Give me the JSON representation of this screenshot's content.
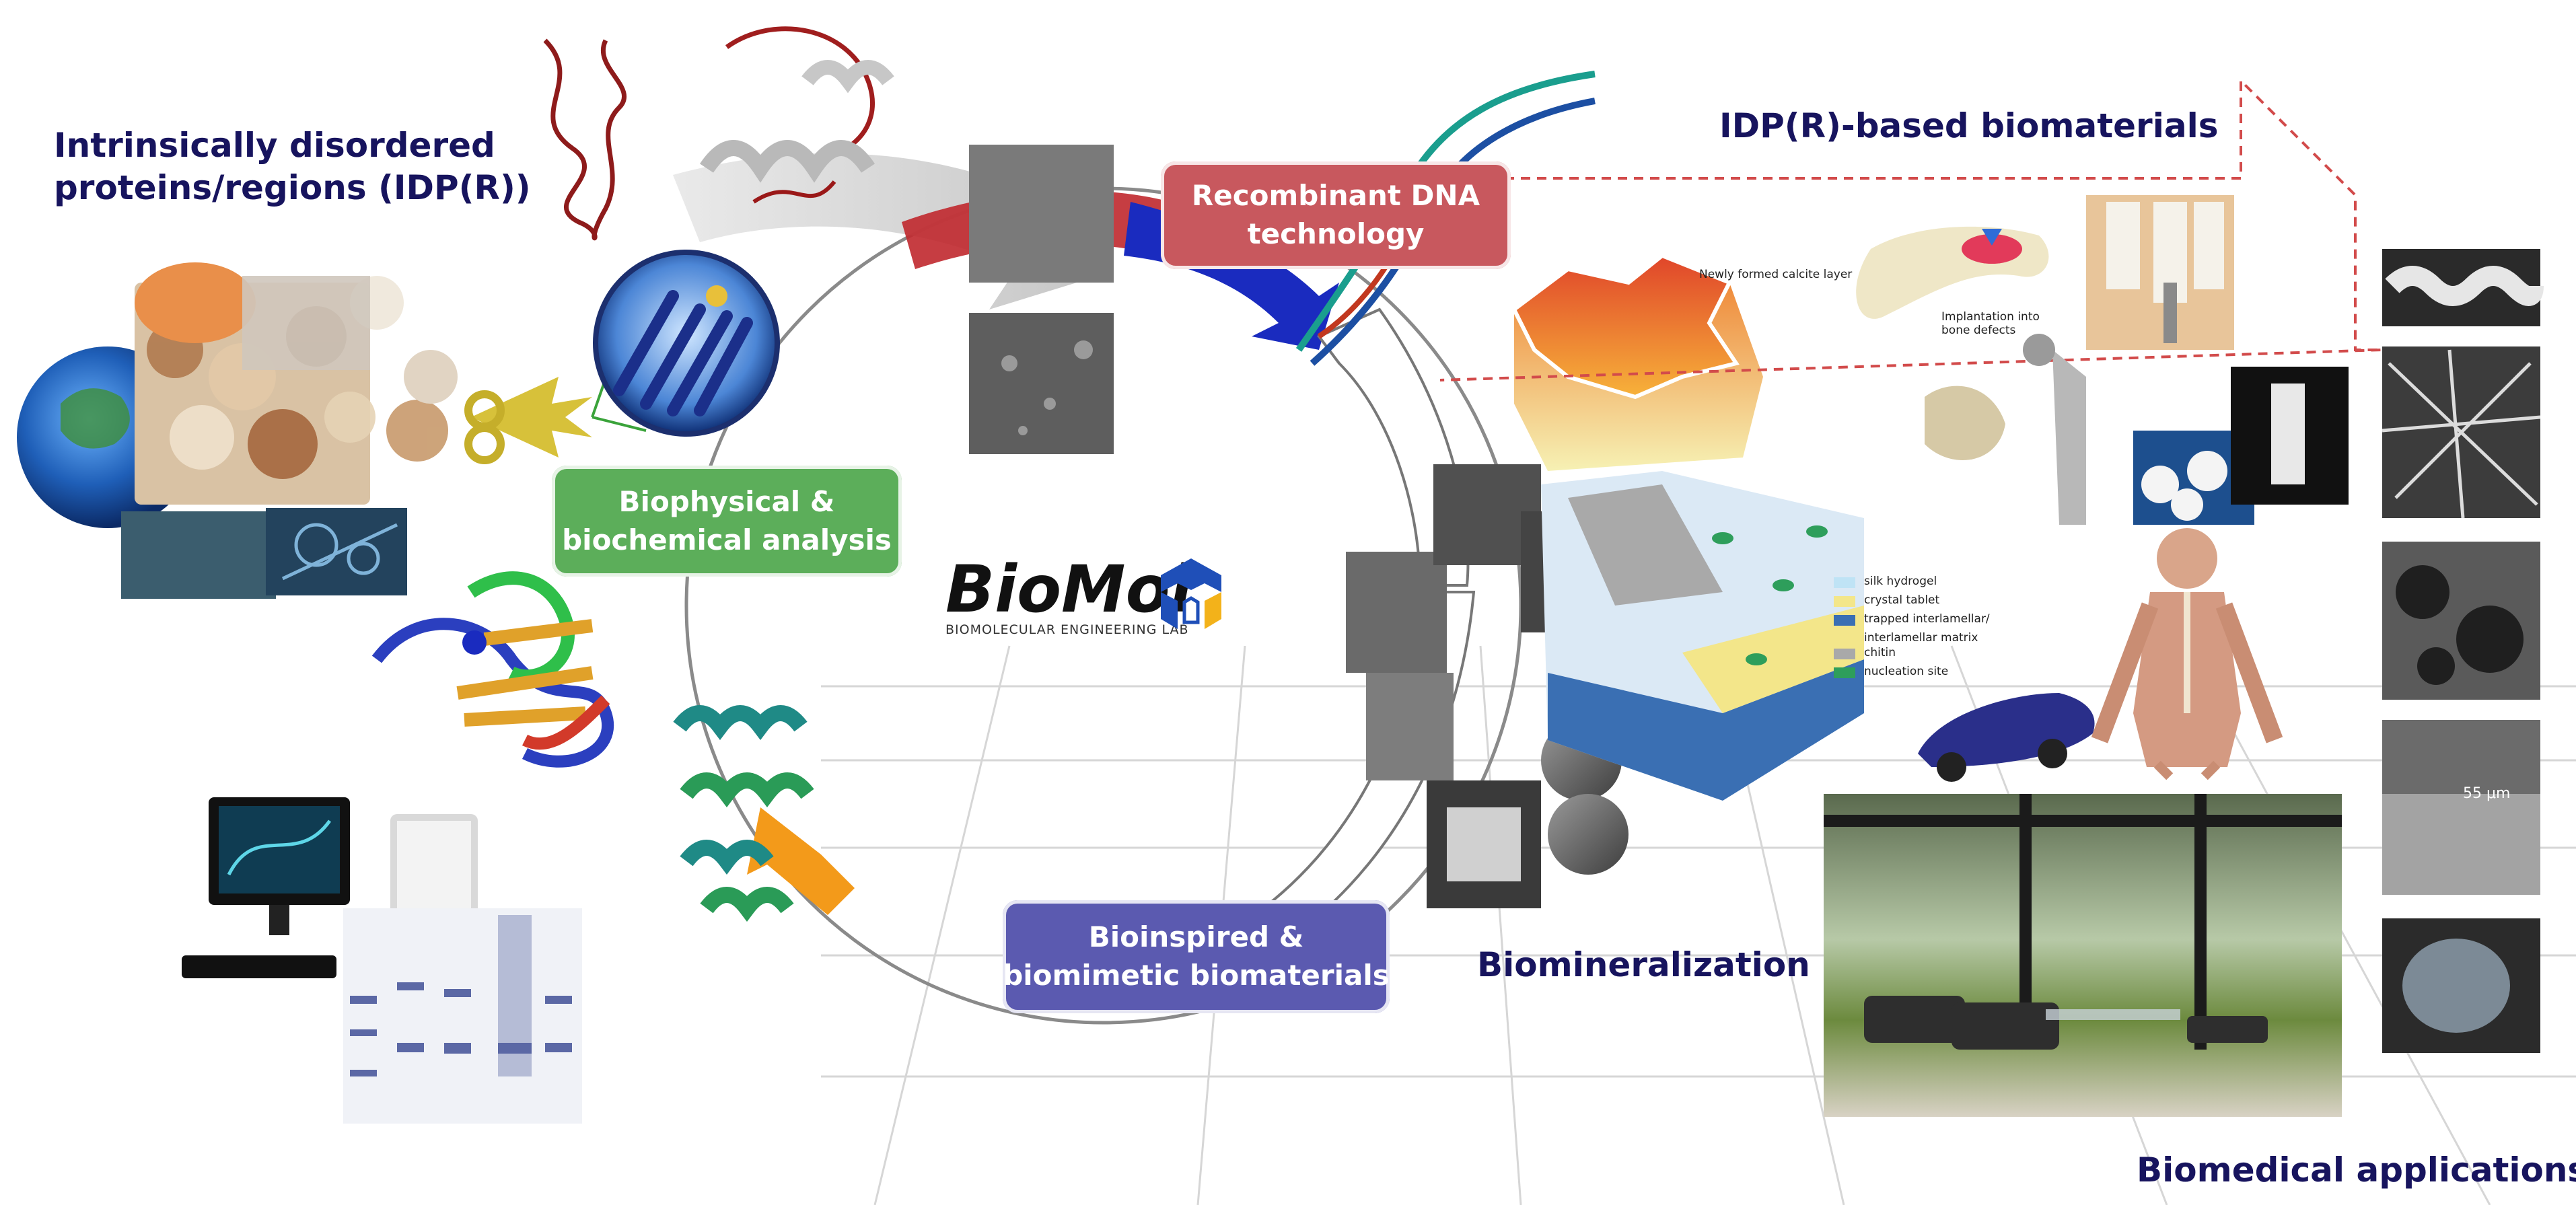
{
  "labels": {
    "idpr_title_line1": "Intrinsically disordered",
    "idpr_title_line2": "proteins/regions (IDP(R))",
    "biomaterials_title": "IDP(R)-based biomaterials",
    "biomineralization": "Biomineralization",
    "biomedical": "Biomedical applications"
  },
  "boxes": {
    "recombinant_line1": "Recombinant DNA",
    "recombinant_line2": "technology",
    "biophysical_line1": "Biophysical &",
    "biophysical_line2": "biochemical analysis",
    "bioinspired_line1": "Bioinspired &",
    "bioinspired_line2": "biomimetic biomaterials"
  },
  "logo": {
    "name": "BioMol",
    "subtitle": "BIOMOLECULAR ENGINEERING LAB"
  },
  "annotations": {
    "calcite": "Newly formed calcite layer",
    "implantation_line1": "Implantation into",
    "implantation_line2": "bone defects",
    "scale": "55 μm"
  },
  "legend": [
    {
      "label": "silk hydrogel",
      "color": "#bfe3f5"
    },
    {
      "label": "crystal tablet",
      "color": "#f3e68a"
    },
    {
      "label": "trapped interlamellar/",
      "color": "#3a6fb3"
    },
    {
      "label": "interlamellar matrix",
      "color": ""
    },
    {
      "label": "chitin",
      "color": "#a9a9a9"
    },
    {
      "label": "nucleation site",
      "color": "#2e9e5b"
    }
  ],
  "colors": {
    "title": "#17145e",
    "recombinant_box": "#c8585e",
    "biophysical_box": "#5cae5a",
    "bioinspired_box": "#5b5ab0",
    "arrow_red": "#c0282e",
    "arrow_blue": "#1a2bbf",
    "arrow_orange": "#f39a1a"
  }
}
